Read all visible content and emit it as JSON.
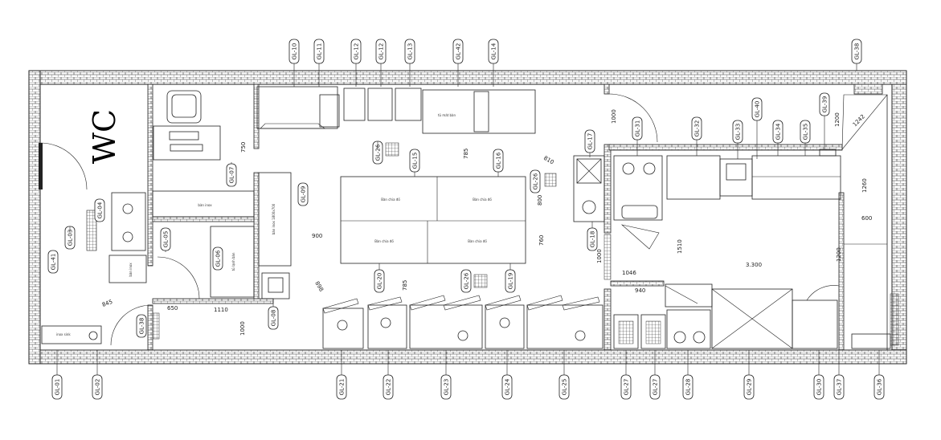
{
  "room_label": "WC",
  "dimensions": {
    "d750": "750",
    "d900": "900",
    "d785_top": "785",
    "d785_bottom": "785",
    "d760": "760",
    "d800": "800",
    "d1000_top": "1000",
    "d1000_mid": "1000",
    "d1000_bottom": "1000",
    "d1046": "1046",
    "d940": "940",
    "d1510": "1510",
    "d3300": "3.300",
    "d1200_top": "1200",
    "d1200_mid": "1200",
    "d1242": "1242",
    "d1260": "1260",
    "d600": "600",
    "d845": "845",
    "d650": "650",
    "d1110": "1110",
    "d898": "898",
    "d810": "810"
  },
  "top_tags": [
    "GL-10",
    "GL-11",
    "GL-12",
    "GL-12",
    "GL-13",
    "GL-42",
    "GL-14",
    "GL-38"
  ],
  "bottom_tags": [
    "GL-01",
    "GL-02",
    "GL-21",
    "GL-22",
    "GL-23",
    "GL-24",
    "GL-25",
    "GL-27",
    "GL-27",
    "GL-28",
    "GL-29",
    "GL-30",
    "GL-37",
    "GL-36"
  ],
  "inner_tags": {
    "gl07": "GL-07",
    "gl09": "GL-09",
    "gl26a": "GL-26",
    "gl15": "GL-15",
    "gl16": "GL-16",
    "gl26b": "GL-26",
    "gl17": "GL-17",
    "gl31": "GL-31",
    "gl32": "GL-32",
    "gl33": "GL-33",
    "gl40": "GL-40",
    "gl34": "GL-34",
    "gl35": "GL-35",
    "gl39": "GL-39",
    "gl03": "GL-03",
    "gl41": "GL-41",
    "gl05": "GL-05",
    "gl06": "GL-06",
    "gl18": "GL-18",
    "gl20": "GL-20",
    "gl26c": "GL-26",
    "gl19": "GL-19",
    "gl08": "GL-08",
    "gl38b": "GL-38",
    "gl04": "GL-04"
  }
}
